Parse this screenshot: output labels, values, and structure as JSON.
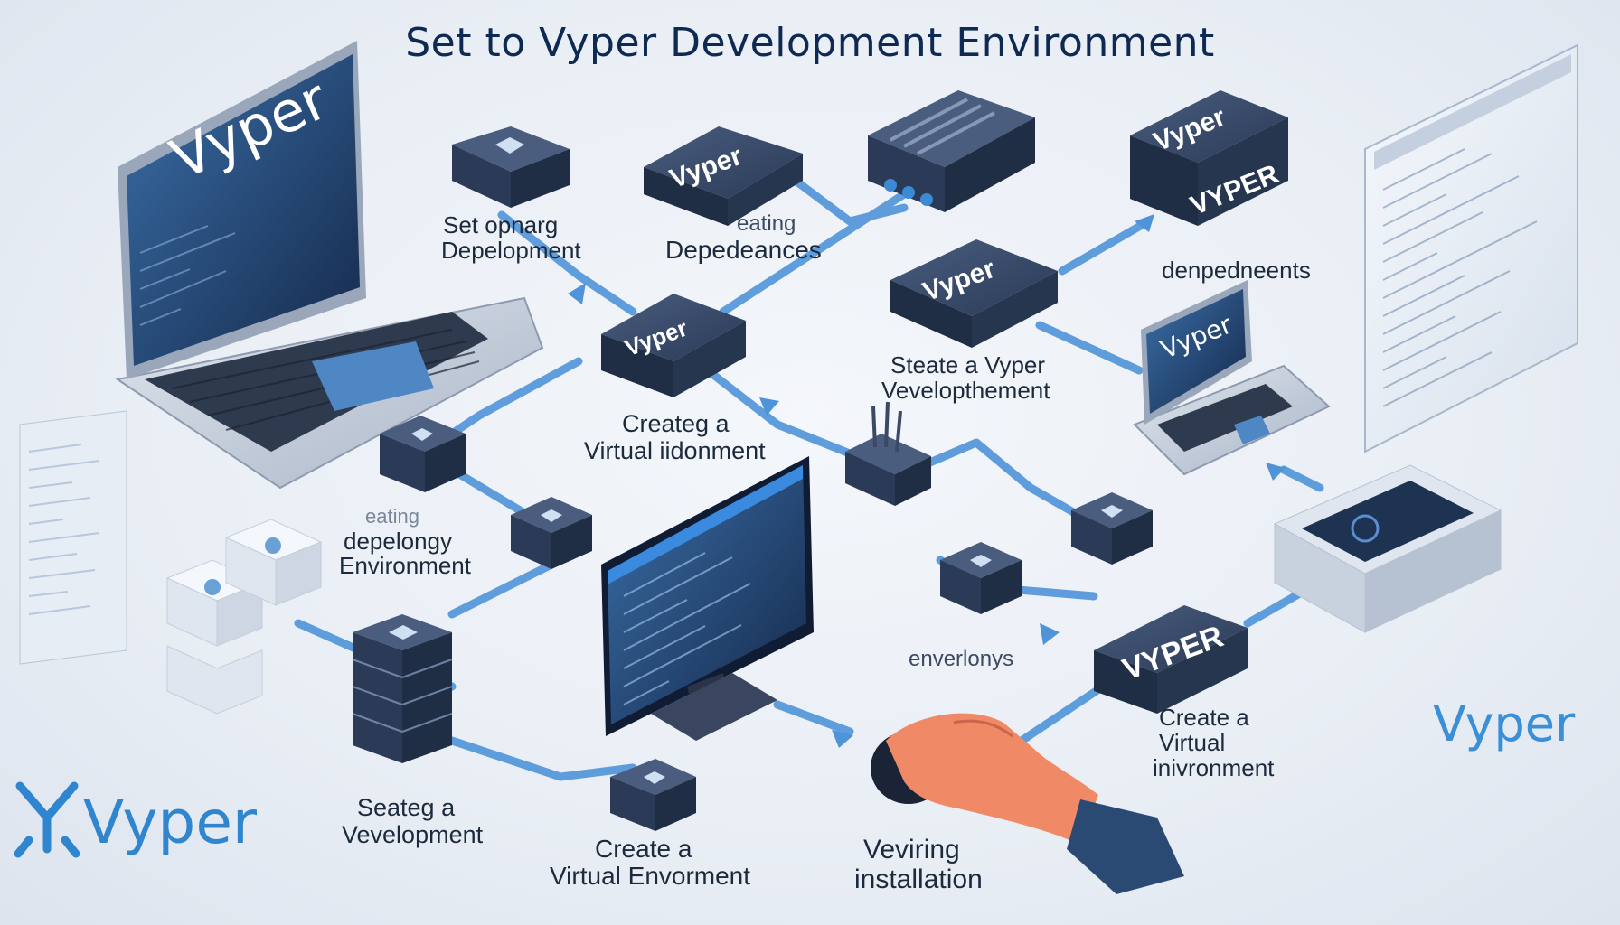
{
  "title": "Set to Vyper Development Environment",
  "colors": {
    "accent": "#2f86cf",
    "dark_box": "#2e3f5c",
    "connector": "#4f93d8",
    "background": "#eef2f7"
  },
  "screen_texts": {
    "laptop_left": "Vyper",
    "laptop_right": "Vyper",
    "monitor": ""
  },
  "boxes": {
    "box_top_1": "Vyper",
    "box_center": "Vyper",
    "box_right_mid": "Vyper",
    "box_top_right_1": "Vyper",
    "box_top_right_2": "VYPER",
    "box_bottom_right": "VYPER"
  },
  "labels": {
    "set_opnarg_1": "Set opnarg",
    "set_opnarg_2": "Depelopment",
    "deps_top_1": "eating",
    "deps_top_2": "Depedeances",
    "deps_right": "denpedneents",
    "steate_1": "Steate a Vyper",
    "steate_2": "Vevelopthement",
    "creating_1": "Createg a",
    "creating_2": "Virtual iidonment",
    "depelongy_0": "eating",
    "depelongy_1": "depelongy",
    "depelongy_2": "Environment",
    "enverlonys": "enverlonys",
    "create_right_1": "Create a",
    "create_right_2": "Virtual",
    "create_right_3": "inivronment",
    "seateg_1": "Seateg a",
    "seateg_2": "Vevelopment",
    "create_bottom_1": "Create a",
    "create_bottom_2": "Virtual Envorment",
    "verifying_1": "Veviring",
    "verifying_2": "installation",
    "brand_left": "Vyper",
    "brand_right": "Vyper"
  },
  "icons": [
    "laptop-icon",
    "monitor-icon",
    "server-rack-icon",
    "router-icon",
    "cube-stack-icon",
    "server-stack-icon",
    "document-panel-icon",
    "open-box-icon",
    "hand-mouse-icon",
    "vyper-logo-icon"
  ]
}
